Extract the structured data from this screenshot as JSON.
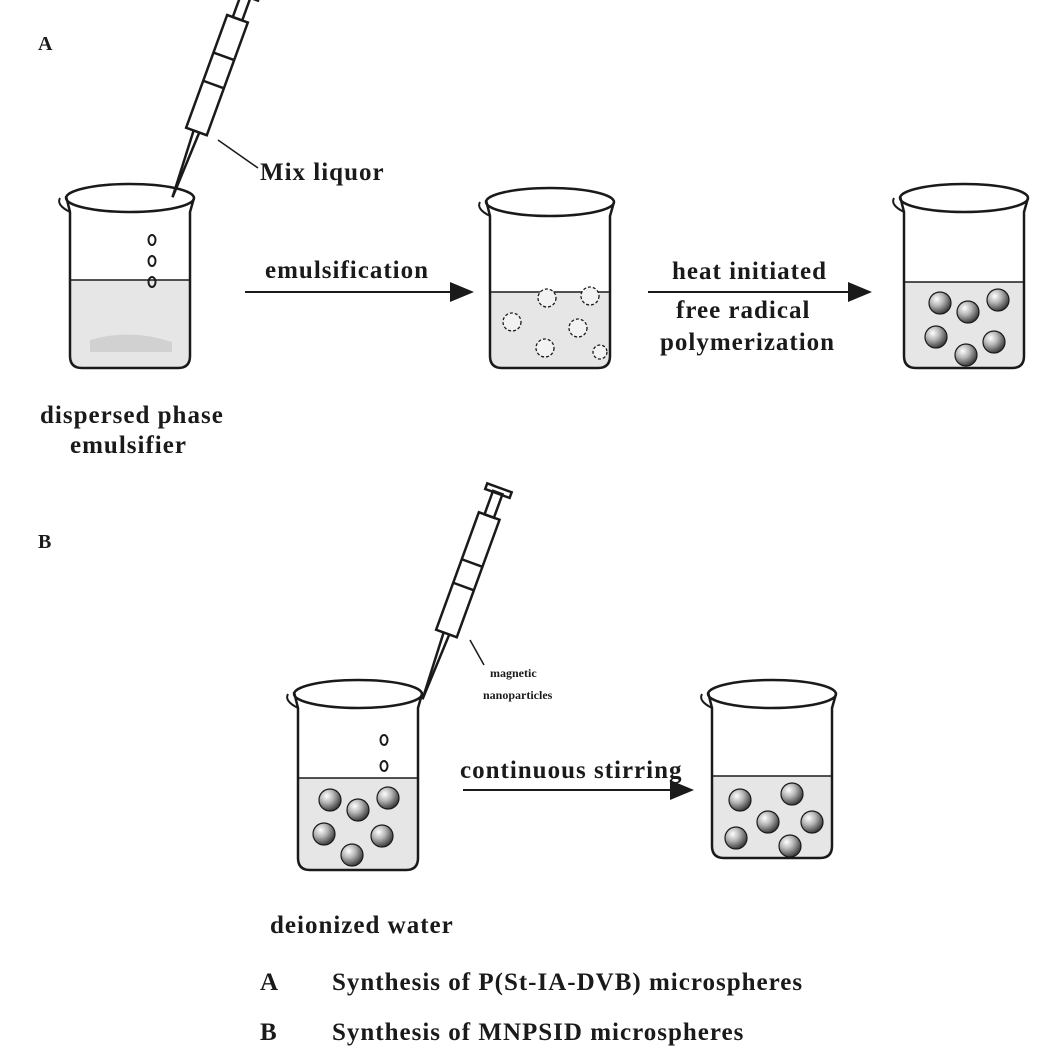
{
  "panel_a": {
    "letter": "A",
    "syringe_label": "Mix liquor",
    "beaker1_caption_line1": "dispersed phase",
    "beaker1_caption_line2": "emulsifier",
    "arrow1_label": "emulsification",
    "arrow2_label_line1": "heat initiated",
    "arrow2_label_line2": "free radical",
    "arrow2_label_line3": "polymerization"
  },
  "panel_b": {
    "letter": "B",
    "syringe_label_line1": "magnetic",
    "syringe_label_line2": "nanoparticles",
    "arrow_label": "continuous stirring",
    "beaker_caption": "deionized water"
  },
  "legend": [
    {
      "key": "A",
      "text": "Synthesis of P(St-IA-DVB) microspheres"
    },
    {
      "key": "B",
      "text": "Synthesis of MNPSID microspheres"
    }
  ],
  "colors": {
    "ink": "#1a1a1a",
    "liquid": "#e6e6e6",
    "sphere": "#8a8a8a"
  }
}
